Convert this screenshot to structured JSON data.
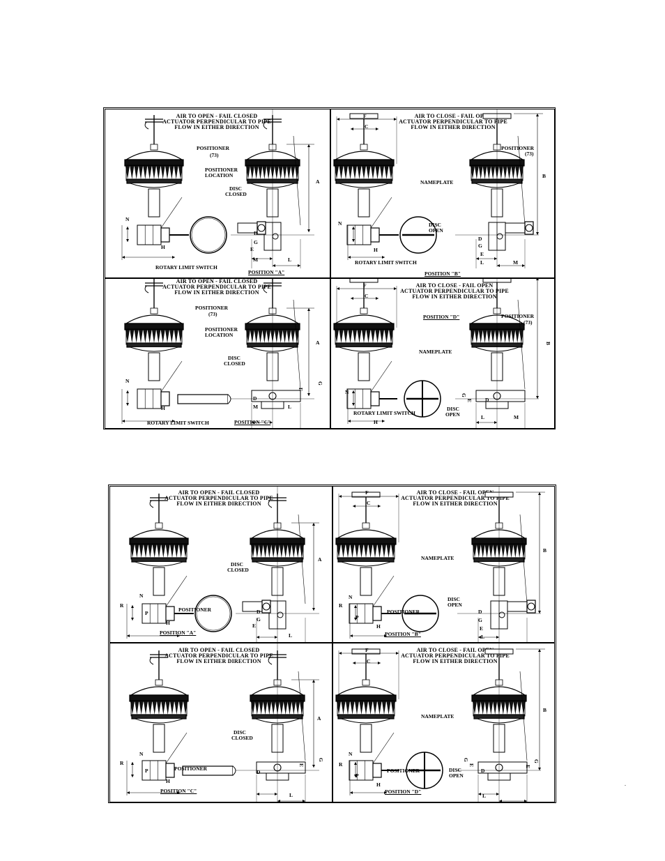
{
  "figure_1": {
    "panels": [
      {
        "header": [
          "AIR TO OPEN - FAIL CLOSED",
          "ACTUATOR PERPENDICULAR TO PIPE",
          "FLOW IN EITHER DIRECTION"
        ],
        "labels": {
          "positioner": "POSITIONER",
          "positioner_num": "(73)",
          "positioner_location_1": "POSITIONER",
          "positioner_location_2": "LOCATION",
          "disc_1": "DISC",
          "disc_2": "CLOSED",
          "rotary": "ROTARY LIMIT SWITCH",
          "position": "POSITION \"A\""
        },
        "dims": {
          "A": "A",
          "N": "N",
          "H": "H",
          "D": "D",
          "G": "G",
          "E": "E",
          "M": "M",
          "L": "L"
        }
      },
      {
        "header": [
          "AIR TO CLOSE - FAIL OPEN",
          "ACTUATOR PERPENDICULAR TO PIPE",
          "FLOW IN EITHER DIRECTION"
        ],
        "labels": {
          "positioner": "POSITIONER",
          "positioner_num": "(73)",
          "nameplate": "NAMEPLATE",
          "disc_1": "DISC",
          "disc_2": "OPEN",
          "rotary": "ROTARY LIMIT SWITCH",
          "position": "POSITION \"B\""
        },
        "dims": {
          "F": "F",
          "C": "C",
          "B": "B",
          "N": "N",
          "H": "H",
          "D": "D",
          "G": "G",
          "E": "E",
          "L": "L",
          "M": "M"
        }
      },
      {
        "header": [
          "AIR TO OPEN - FAIL CLOSED",
          "ACTUATOR PERPENDICULAR TO PIPE",
          "FLOW IN EITHER DIRECTION"
        ],
        "labels": {
          "positioner": "POSITIONER",
          "positioner_num": "(73)",
          "positioner_location_1": "POSITIONER",
          "positioner_location_2": "LOCATION",
          "disc_1": "DISC",
          "disc_2": "CLOSED",
          "rotary": "ROTARY LIMIT SWITCH",
          "position": "POSITION \"C\""
        },
        "dims": {
          "A": "A",
          "N": "N",
          "H": "H",
          "D": "D",
          "M": "M",
          "L": "L",
          "E": "E",
          "G": "G"
        }
      },
      {
        "header": [
          "AIR TO CLOSE - FAIL OPEN",
          "ACTUATOR PERPENDICULAR TO PIPE",
          "FLOW IN EITHER DIRECTION"
        ],
        "labels": {
          "positioner": "POSITIONER",
          "positioner_num": "(73)",
          "nameplate": "NAMEPLATE",
          "disc_1": "DISC",
          "disc_2": "OPEN",
          "rotary": "ROTARY LIMIT SWITCH",
          "position": "POSITION \"D\""
        },
        "dims": {
          "F": "F",
          "C": "C",
          "B": "B",
          "N": "N",
          "H": "H",
          "D": "D",
          "G": "G",
          "E": "E",
          "L": "L",
          "M": "M"
        }
      }
    ]
  },
  "figure_2": {
    "panels": [
      {
        "header": [
          "AIR TO OPEN - FAIL CLOSED",
          "ACTUATOR PERPENDICULAR TO PIPE",
          "FLOW IN EITHER DIRECTION"
        ],
        "labels": {
          "disc_1": "DISC",
          "disc_2": "CLOSED",
          "positioner": "POSITIONER",
          "position": "POSITION \"A\""
        },
        "dims": {
          "A": "A",
          "N": "N",
          "R": "R",
          "P": "P",
          "H": "H",
          "D": "D",
          "G": "G",
          "E": "E",
          "L": "L"
        }
      },
      {
        "header": [
          "AIR TO CLOSE - FAIL OPEN",
          "ACTUATOR PERPENDICULAR TO PIPE",
          "FLOW IN EITHER DIRECTION"
        ],
        "labels": {
          "nameplate": "NAMEPLATE",
          "disc_1": "DISC",
          "disc_2": "OPEN",
          "positioner": "POSITIONER",
          "position": "POSITION \"B\""
        },
        "dims": {
          "F": "F",
          "C": "C",
          "B": "B",
          "N": "N",
          "R": "R",
          "P": "P",
          "H": "H",
          "D": "D",
          "G": "G",
          "E": "E",
          "L": "L"
        }
      },
      {
        "header": [
          "AIR TO OPEN - FAIL CLOSED",
          "ACTUATOR PERPENDICULAR TO PIPE",
          "FLOW IN EITHER DIRECTION"
        ],
        "labels": {
          "disc_1": "DISC",
          "disc_2": "CLOSED",
          "positioner": "POSITIONER",
          "position": "POSITION \"C\""
        },
        "dims": {
          "A": "A",
          "N": "N",
          "R": "R",
          "P": "P",
          "H": "H",
          "D": "D",
          "E": "E",
          "G": "G",
          "L": "L"
        }
      },
      {
        "header": [
          "AIR TO CLOSE - FAIL OPEN",
          "ACTUATOR PERPENDICULAR TO PIPE",
          "FLOW IN EITHER DIRECTION"
        ],
        "labels": {
          "nameplate": "NAMEPLATE",
          "disc_1": "DISC",
          "disc_2": "OPEN",
          "positioner": "POSITIONER",
          "position": "POSITION \"D\""
        },
        "dims": {
          "F": "F",
          "C": "C",
          "B": "B",
          "N": "N",
          "R": "R",
          "P": "P",
          "H": "H",
          "D": "D",
          "E": "E",
          "G": "G",
          "L": "L"
        }
      }
    ]
  },
  "stray_mark": "."
}
